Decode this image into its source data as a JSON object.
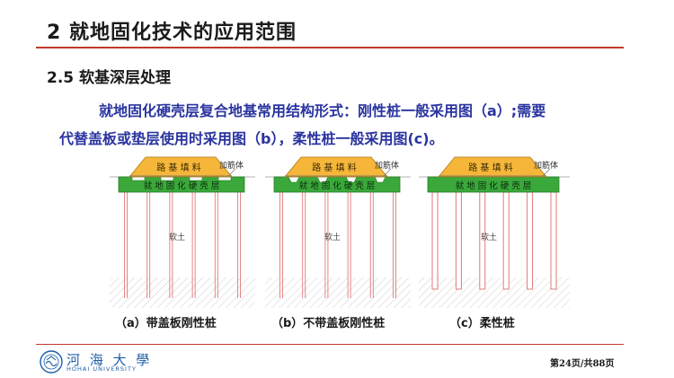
{
  "slide": {
    "title": "2  就地固化技术的应用范围",
    "section": "2.5  软基深层处理",
    "body_line1": "就地固化硬壳层复合地基常用结构形式：刚性桩一般采用图（a）;需要",
    "body_line2": "代替盖板或垫层使用时采用图（b），柔性桩一般采用图(c)。"
  },
  "diagrams": [
    {
      "fill_label": "路 基 填 料",
      "layer_label": "就 地 固 化 硬 壳 层",
      "reinforcement_label": "加筋体",
      "soil_label": "软土",
      "caption": "（a）带盖板刚性桩"
    },
    {
      "fill_label": "路 基 填 料",
      "layer_label": "就 地 固 化 硬 壳 层",
      "reinforcement_label": "加筋体",
      "soil_label": "软土",
      "caption": "（b）不带盖板刚性桩"
    },
    {
      "fill_label": "路 基 填 料",
      "layer_label": "就 地 固 化 硬 壳 层",
      "reinforcement_label": "加筋体",
      "soil_label": "软土",
      "caption": "（c）柔性桩"
    }
  ],
  "colors": {
    "fill": "#f5b63a",
    "layer": "#3aa83a",
    "pile": "#e07a7a",
    "title_rule": "#c0392b",
    "body_text": "#2a34a0"
  },
  "footer": {
    "logo_main": "河 海 大 學",
    "logo_sub": "HOHAI UNIVERSITY",
    "logo_icon": "university-seal-icon",
    "page_number": "第24页/共88页"
  }
}
